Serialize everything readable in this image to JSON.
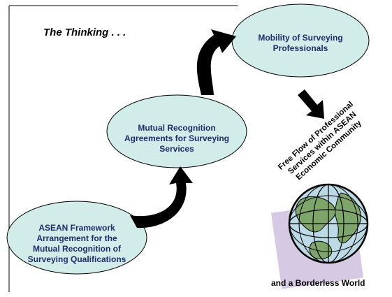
{
  "header": {
    "title": "The Thinking . . ."
  },
  "diagram": {
    "oval_top": {
      "lines": [
        "Mobility of Surveying",
        "Professionals"
      ]
    },
    "oval_middle": {
      "lines": [
        "Mutual Recognition",
        "Agreements for Surveying",
        "Services"
      ]
    },
    "oval_bottom": {
      "lines": [
        "ASEAN Framework",
        "Arrangement for the",
        "Mutual Recognition of",
        "Surveying Qualifications"
      ]
    },
    "outcome": {
      "lines": [
        "Free Flow of Professional",
        "Services within ASEAN",
        "Economic Community"
      ]
    },
    "caption": "and a Borderless World"
  },
  "colors": {
    "oval_fill": "#d2ece9",
    "oval_text": "#1f2d6b",
    "arrow": "#000000",
    "globe_land": "#7fa66a",
    "globe_water": "#bcd9e6",
    "shadow_square": "#d6c9e4"
  },
  "icons": [
    "curved-arrow-icon",
    "down-arrow-icon",
    "globe-icon"
  ]
}
